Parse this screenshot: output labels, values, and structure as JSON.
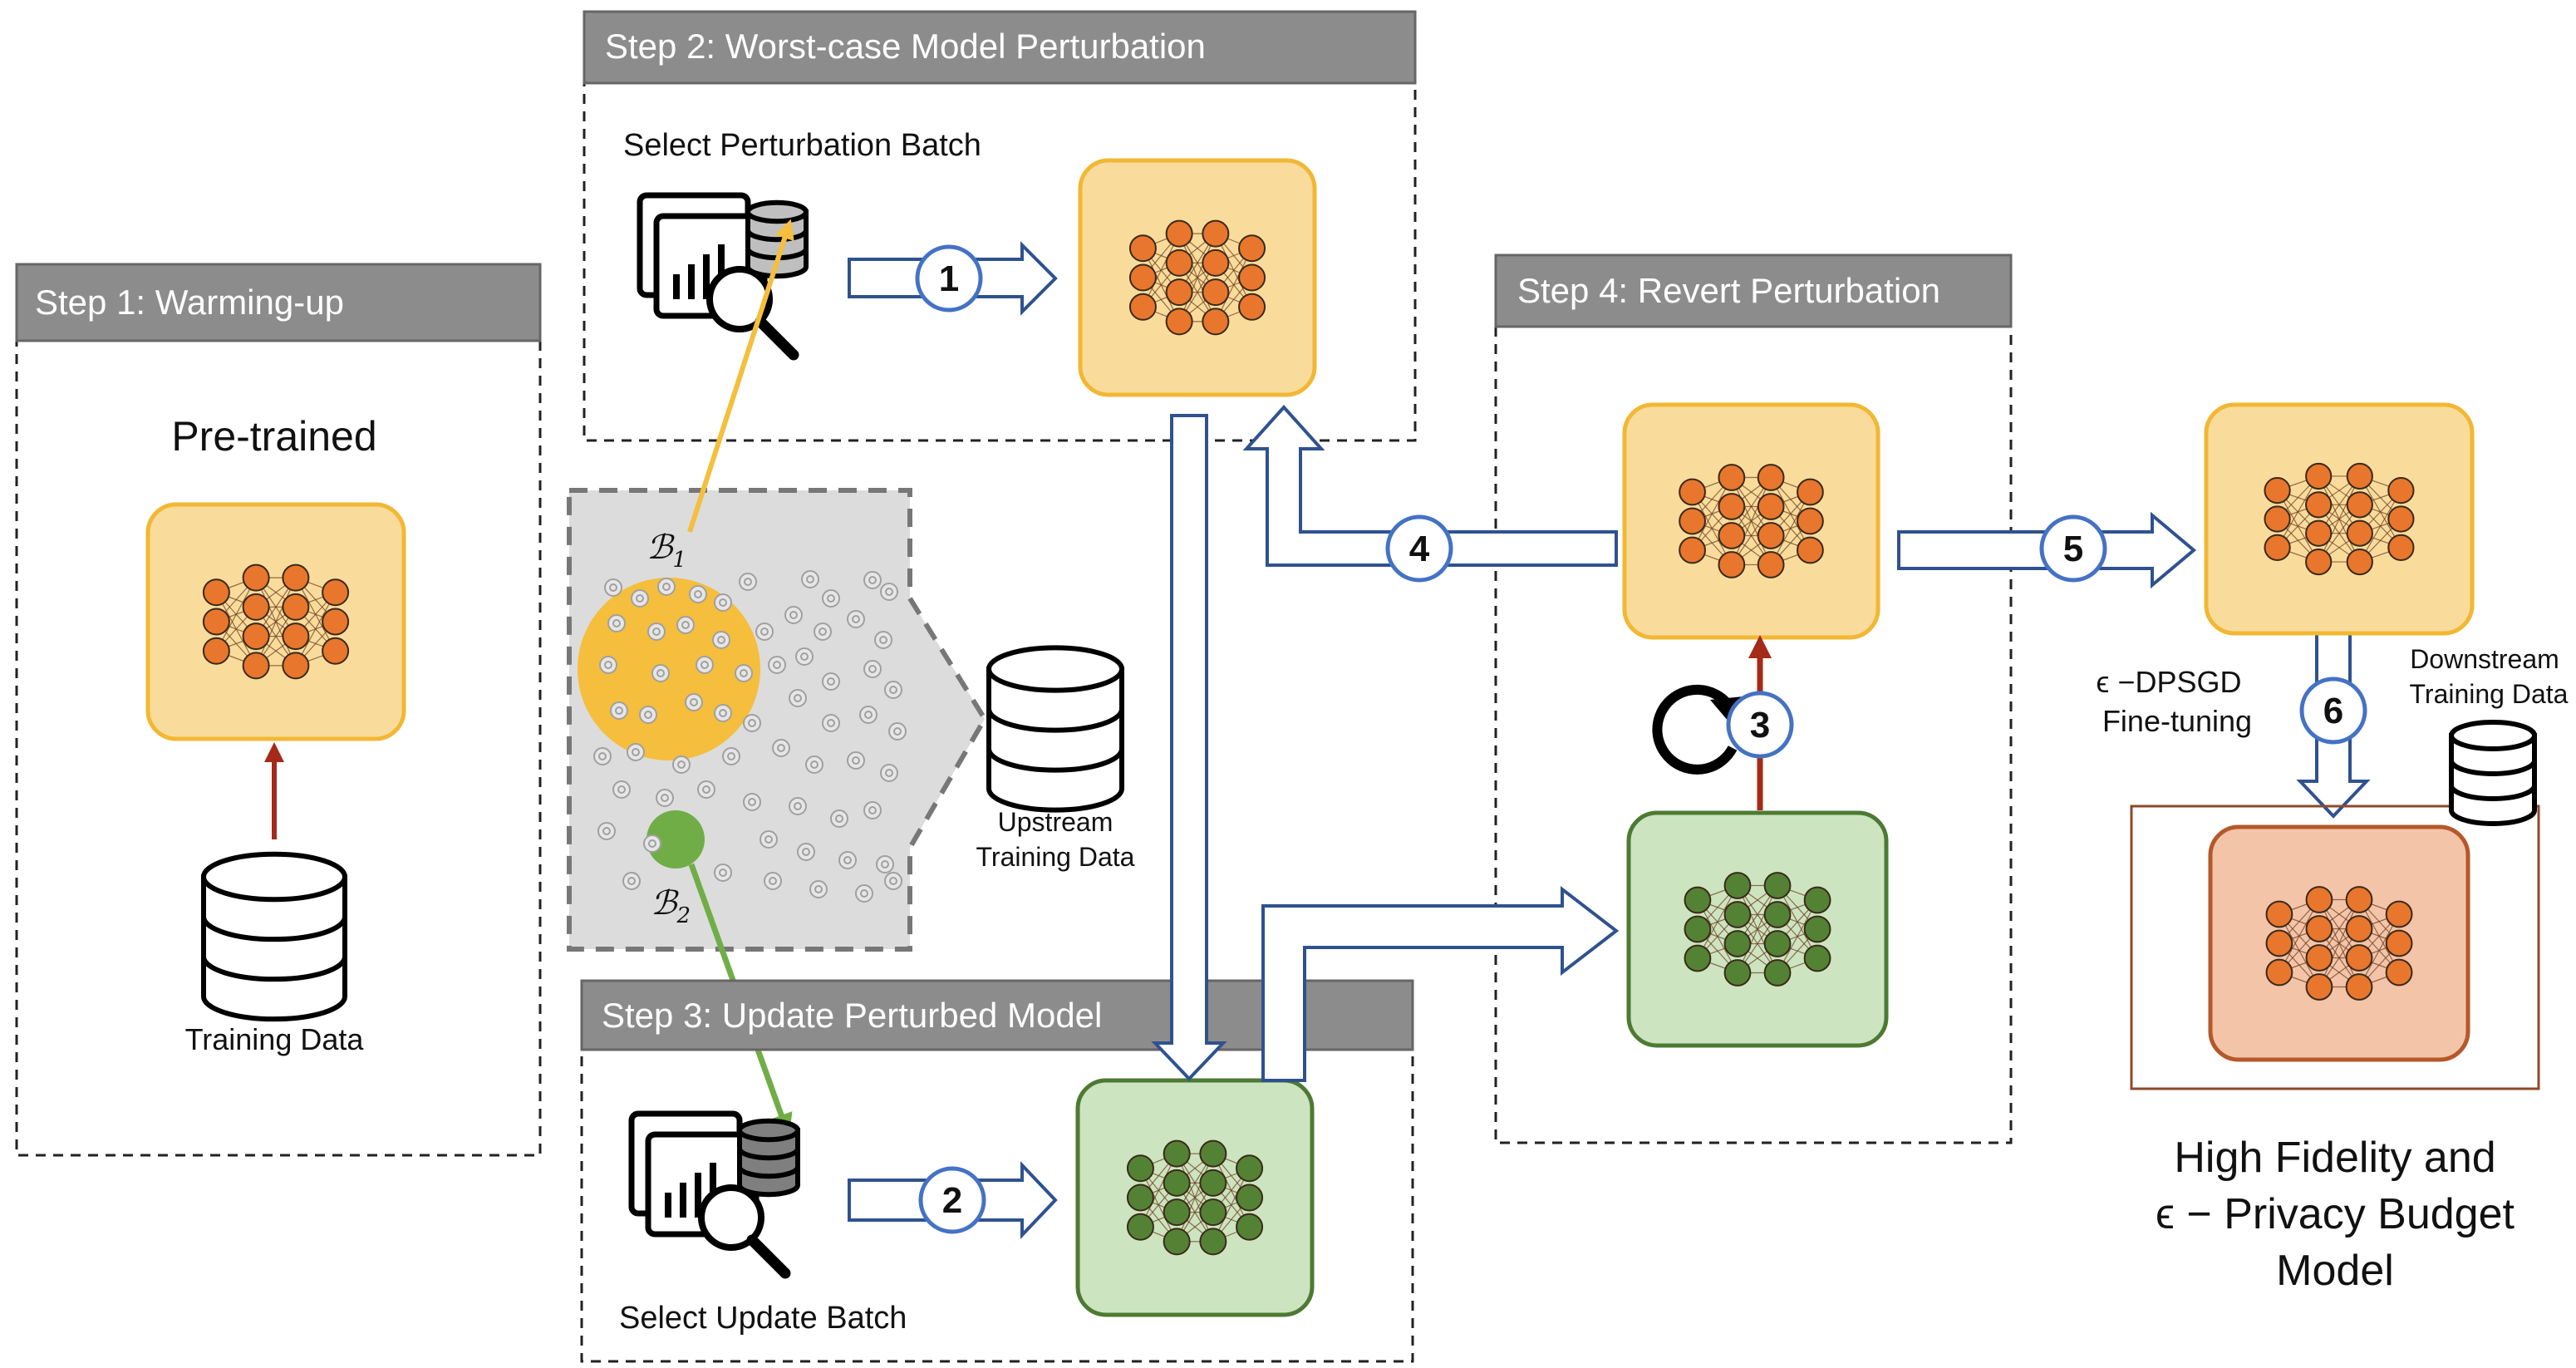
{
  "steps": {
    "step1": "Step 1: Warming-up",
    "step2": "Step 2: Worst-case Model Perturbation",
    "step3": "Step 3: Update Perturbed Model",
    "step4": "Step 4: Revert Perturbation"
  },
  "labels": {
    "pretrained": "Pre-trained",
    "training_data": "Training Data",
    "select_perturbation_batch": "Select Perturbation Batch",
    "select_update_batch": "Select Update Batch",
    "upstream_line1": "Upstream",
    "upstream_line2": "Training Data",
    "downstream_line1": "Downstream",
    "downstream_line2": "Training Data",
    "dpsgd_line1": "ϵ −DPSGD",
    "dpsgd_line2": "Fine-tuning",
    "final_line1": "High Fidelity and",
    "final_line2": "ϵ − Privacy Budget",
    "final_line3": "Model",
    "b1_letter": "ℬ",
    "b1_sub": "1",
    "b2_letter": "ℬ",
    "b2_sub": "2"
  },
  "step_numbers": [
    "1",
    "2",
    "3",
    "4",
    "5",
    "6"
  ],
  "colors": {
    "header_gray": "#8c8c8c",
    "orange_box_fill": "#f9dc9c",
    "orange_box_stroke": "#f2b733",
    "orange_node": "#e8762d",
    "green_box_fill": "#cde4c0",
    "green_box_stroke": "#4d7a33",
    "green_node": "#548235",
    "salmon_box_fill": "#f3c4a8",
    "salmon_box_stroke": "#b5582a",
    "arrow_blue": "#2f528f",
    "num_circle_stroke": "#4472c4",
    "dark_red_arrow": "#a52a1a",
    "batch1_yellow": "#f5be3c",
    "batch2_green": "#70ad47"
  }
}
